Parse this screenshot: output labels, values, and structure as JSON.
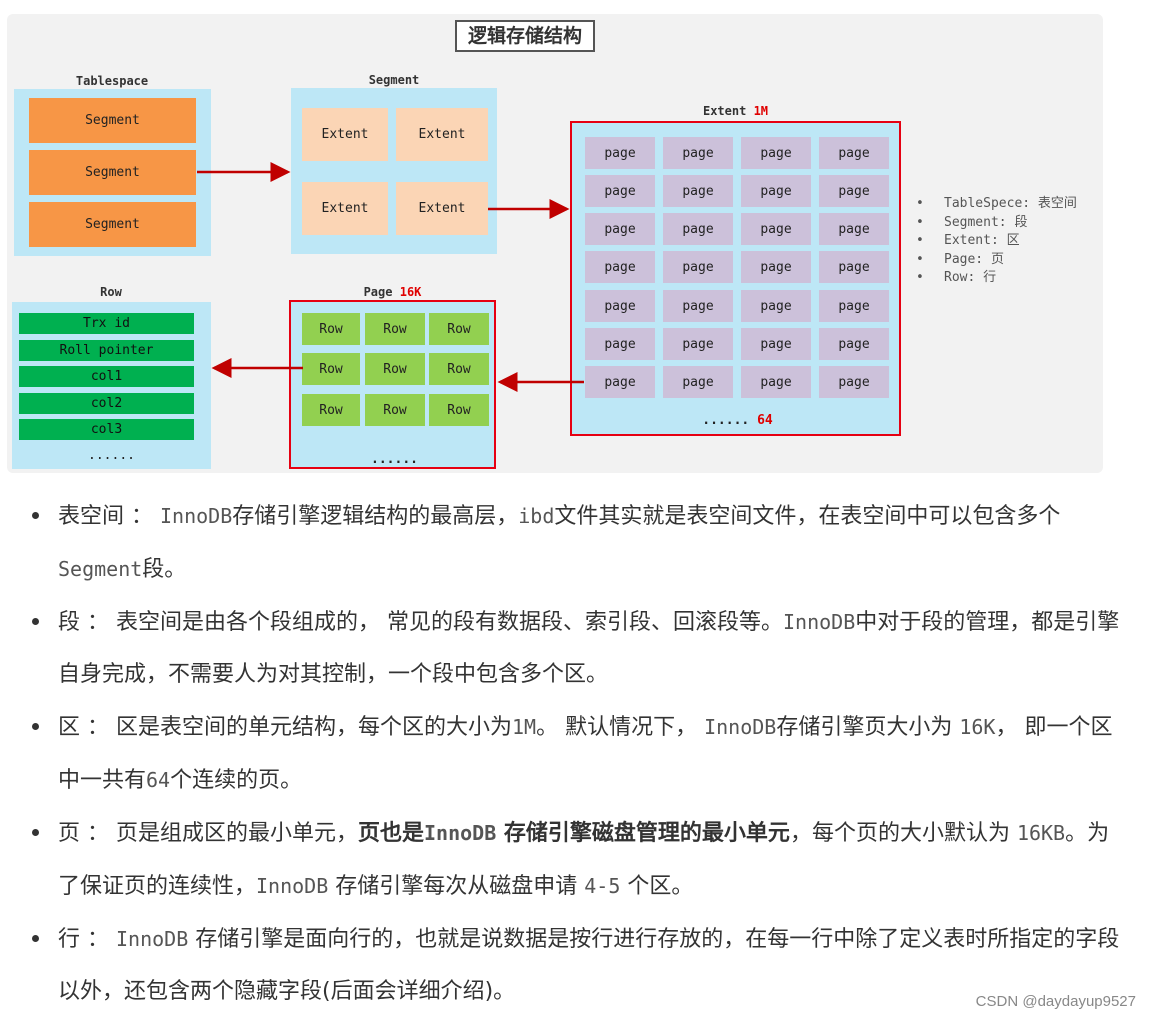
{
  "diagram": {
    "title": "逻辑存储结构",
    "tablespace": {
      "label": "Tablespace",
      "items": [
        "Segment",
        "Segment",
        "Segment"
      ]
    },
    "segment": {
      "label": "Segment",
      "items": [
        "Extent",
        "Extent",
        "Extent",
        "Extent"
      ]
    },
    "extent": {
      "label": "Extent",
      "size": "1M",
      "cell": "page",
      "dots": "......",
      "count": "64"
    },
    "page": {
      "label": "Page",
      "size": "16K",
      "cell": "Row",
      "dots": "......"
    },
    "row": {
      "label": "Row",
      "items": [
        "Trx id",
        "Roll pointer",
        "col1",
        "col2",
        "col3"
      ],
      "dots": "......"
    },
    "legend": [
      "TableSpece: 表空间",
      "Segment: 段",
      "Extent: 区",
      "Page: 页",
      "Row: 行"
    ],
    "colors": {
      "segment": "#f79646",
      "extent": "#fbd5b5",
      "page": "#ccc1da",
      "row": "#92d050",
      "column": "#00b050",
      "panel": "#bde7f6",
      "highlight": "#e60012"
    }
  },
  "bullets": [
    {
      "parts": [
        {
          "text": "表空间 ： "
        },
        {
          "text": "InnoDB",
          "code": true
        },
        {
          "text": "存储引擎逻辑结构的最高层，"
        },
        {
          "text": "ibd",
          "code": true
        },
        {
          "text": "文件其实就是表空间文件，在表空间中可以包含多个"
        },
        {
          "text": "Segment",
          "code": true
        },
        {
          "text": "段。"
        }
      ]
    },
    {
      "parts": [
        {
          "text": "段 ： 表空间是由各个段组成的， 常见的段有数据段、索引段、回滚段等。"
        },
        {
          "text": "InnoDB",
          "code": true
        },
        {
          "text": "中对于段的管理，都是引擎自身完成，不需要人为对其控制，一个段中包含多个区。"
        }
      ]
    },
    {
      "parts": [
        {
          "text": "区 ： 区是表空间的单元结构，每个区的大小为"
        },
        {
          "text": "1M",
          "code": true
        },
        {
          "text": "。 默认情况下， "
        },
        {
          "text": "InnoDB",
          "code": true
        },
        {
          "text": "存储引擎页大小为 "
        },
        {
          "text": "16K",
          "code": true
        },
        {
          "text": "， 即一个区中一共有"
        },
        {
          "text": "64",
          "code": true
        },
        {
          "text": "个连续的页。"
        }
      ]
    },
    {
      "parts": [
        {
          "text": "页 ： 页是组成区的最小单元，"
        },
        {
          "text": "页也是",
          "strong": true
        },
        {
          "text": "InnoDB",
          "code": true,
          "strong": true
        },
        {
          "text": " 存储引擎磁盘管理的最小单元",
          "strong": true
        },
        {
          "text": "，每个页的大小默认为 "
        },
        {
          "text": "16KB",
          "code": true
        },
        {
          "text": "。为了保证页的连续性，"
        },
        {
          "text": "InnoDB",
          "code": true
        },
        {
          "text": " 存储引擎每次从磁盘申请 "
        },
        {
          "text": "4-5",
          "code": true
        },
        {
          "text": " 个区。"
        }
      ]
    },
    {
      "parts": [
        {
          "text": "行 ： "
        },
        {
          "text": "InnoDB",
          "code": true
        },
        {
          "text": " 存储引擎是面向行的，也就是说数据是按行进行存放的，在每一行中除了定义表时所指定的字段以外，还包含两个隐藏字段(后面会详细介绍)。"
        }
      ]
    }
  ],
  "watermark": "CSDN @daydayup9527"
}
